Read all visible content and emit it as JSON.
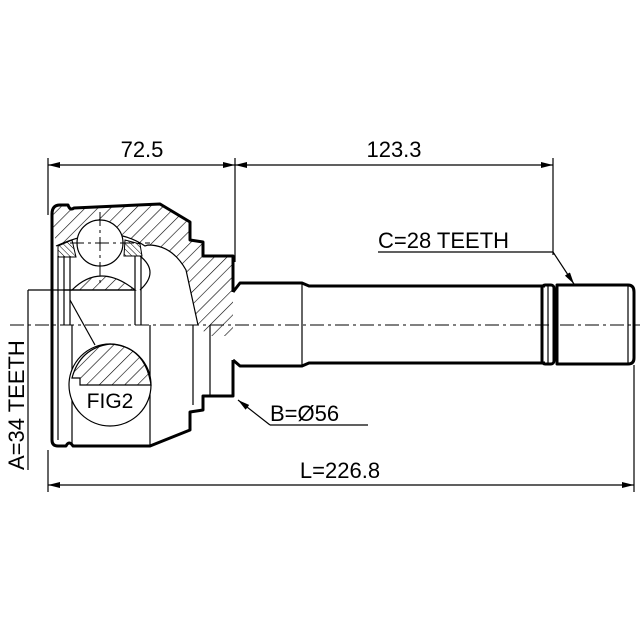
{
  "drawing": {
    "title": "CV joint outer assembly",
    "background": "#ffffff",
    "line_color": "#000000",
    "dimensions": {
      "housing_length": "72.5",
      "shaft_length": "123.3",
      "overall_length": "L=226.8"
    },
    "callouts": {
      "inner_spline": "A=34 TEETH",
      "seal_diameter": "B=Ø56",
      "outer_spline": "C=28 TEETH",
      "detail_ref": "FIG2"
    }
  }
}
